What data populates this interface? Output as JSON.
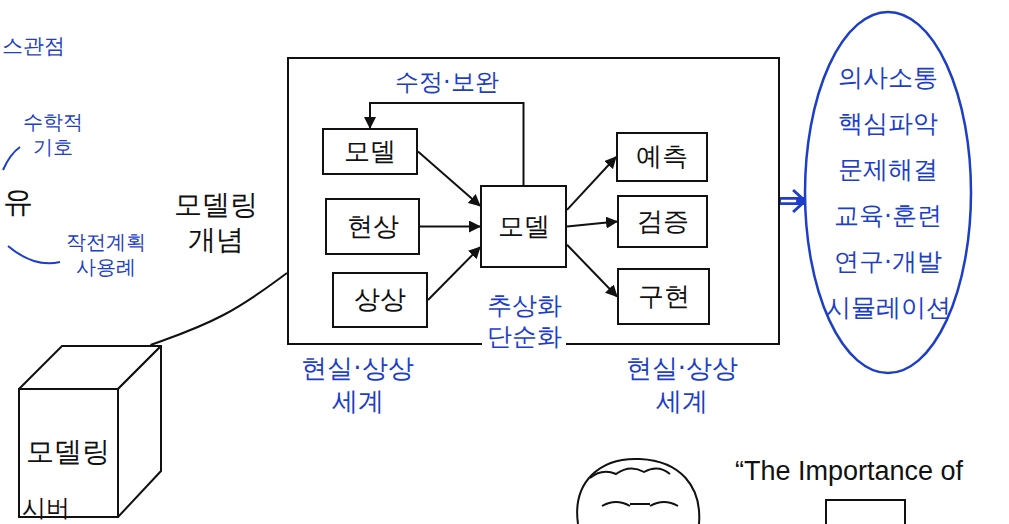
{
  "diagram": {
    "nodes": [
      {
        "text": [
          "모델링 개념"
        ]
      },
      {
        "text": [
          "모델"
        ],
        "in": 0
      },
      {
        "text": [
          "현상"
        ],
        "in": 0
      },
      {
        "text": [
          "상상"
        ],
        "in": 0
      },
      {
        "text": [
          "모델"
        ],
        "in": 0
      },
      {
        "text": [
          "예측"
        ],
        "in": 0
      },
      {
        "text": [
          "검증"
        ],
        "in": 0
      },
      {
        "text": [
          "구현"
        ],
        "in": 0
      },
      {
        "text": [
          "의사소통 핵심파악 문제해결 교육·훈련 연구·개발 시뮬레이션"
        ]
      },
      {
        "text": [
          "모델링"
        ]
      }
    ],
    "edges": [
      {
        "from": 9,
        "to": 0,
        "arrow": "none"
      },
      {
        "from": 1,
        "to": 4,
        "arrow": "to"
      },
      {
        "from": 2,
        "to": 4,
        "arrow": "to"
      },
      {
        "from": 3,
        "to": 4,
        "arrow": "to"
      },
      {
        "from": 4,
        "to": 5,
        "arrow": "to"
      },
      {
        "from": 4,
        "to": 6,
        "arrow": "to"
      },
      {
        "from": 4,
        "to": 7,
        "arrow": "to"
      },
      {
        "from": 4,
        "to": 1,
        "label": "수정·보완",
        "arrow": "to"
      },
      {
        "from": 0,
        "to": 8,
        "arrow": "to"
      }
    ],
    "labels": [
      "스관점",
      "수학적 기호",
      "유",
      "작전계획 사용례",
      "시버",
      "추상화 단순화",
      "현실·상상 세계",
      "현실·상상 세계",
      "“The Importance of"
    ]
  }
}
